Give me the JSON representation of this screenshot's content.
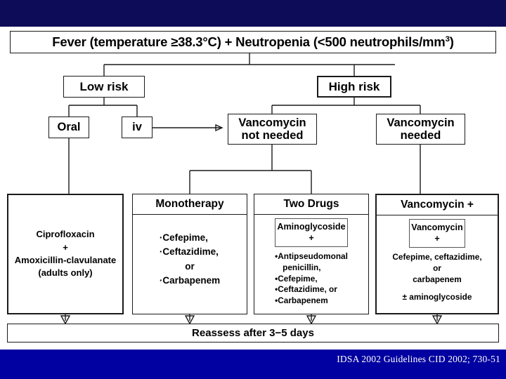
{
  "slide": {
    "citation": "IDSA 2002 Guidelines CID 2002; 730-51",
    "band_top_color": "#0c0c58",
    "band_bottom_color": "#0100a0",
    "citation_color": "#ffffff"
  },
  "flowchart": {
    "header": {
      "text_before_sup": "Fever (temperature ≥38.3°C) + Neutropenia (<500 neutrophils/mm",
      "superscript": "3",
      "text_after_sup": ")",
      "full_text": "Fever (temperature ≥38.3°C) + Neutropenia (<500 neutrophils/mm3)"
    },
    "risk": {
      "low": "Low risk",
      "high": "High risk"
    },
    "route": {
      "oral": "Oral",
      "iv": "iv"
    },
    "vancomycin": {
      "not_needed_line1": "Vancomycin",
      "not_needed_line2": "not needed",
      "needed_line1": "Vancomycin",
      "needed_line2": "needed"
    },
    "treatments": [
      {
        "id": "oral-regimen",
        "title": "",
        "lines": [
          "Ciprofloxacin",
          "+",
          "Amoxicillin-clavulanate",
          "(adults only)"
        ]
      },
      {
        "id": "monotherapy",
        "title": "Monotherapy",
        "bullets": [
          "·Cefepime,",
          "·Ceftazidime,"
        ],
        "center_word": "or",
        "bullets_after": [
          "·Carbapenem"
        ]
      },
      {
        "id": "two-drugs",
        "title": "Two Drugs",
        "subbox_line1": "Aminoglycoside",
        "subbox_line2": "+",
        "bullets": [
          "•Antipseudomonal",
          "penicillin,",
          "•Cefepime,",
          "•Ceftazidime, or",
          "•Carbapenem"
        ]
      },
      {
        "id": "vancomycin-plus",
        "title": "Vancomycin +",
        "subbox_line1": "Vancomycin",
        "subbox_line2": "+",
        "lines": [
          "Cefepime, ceftazidime,",
          "or",
          "carbapenem"
        ],
        "footer": "± aminoglycoside"
      }
    ],
    "reassess": "Reassess after 3−5 days"
  }
}
